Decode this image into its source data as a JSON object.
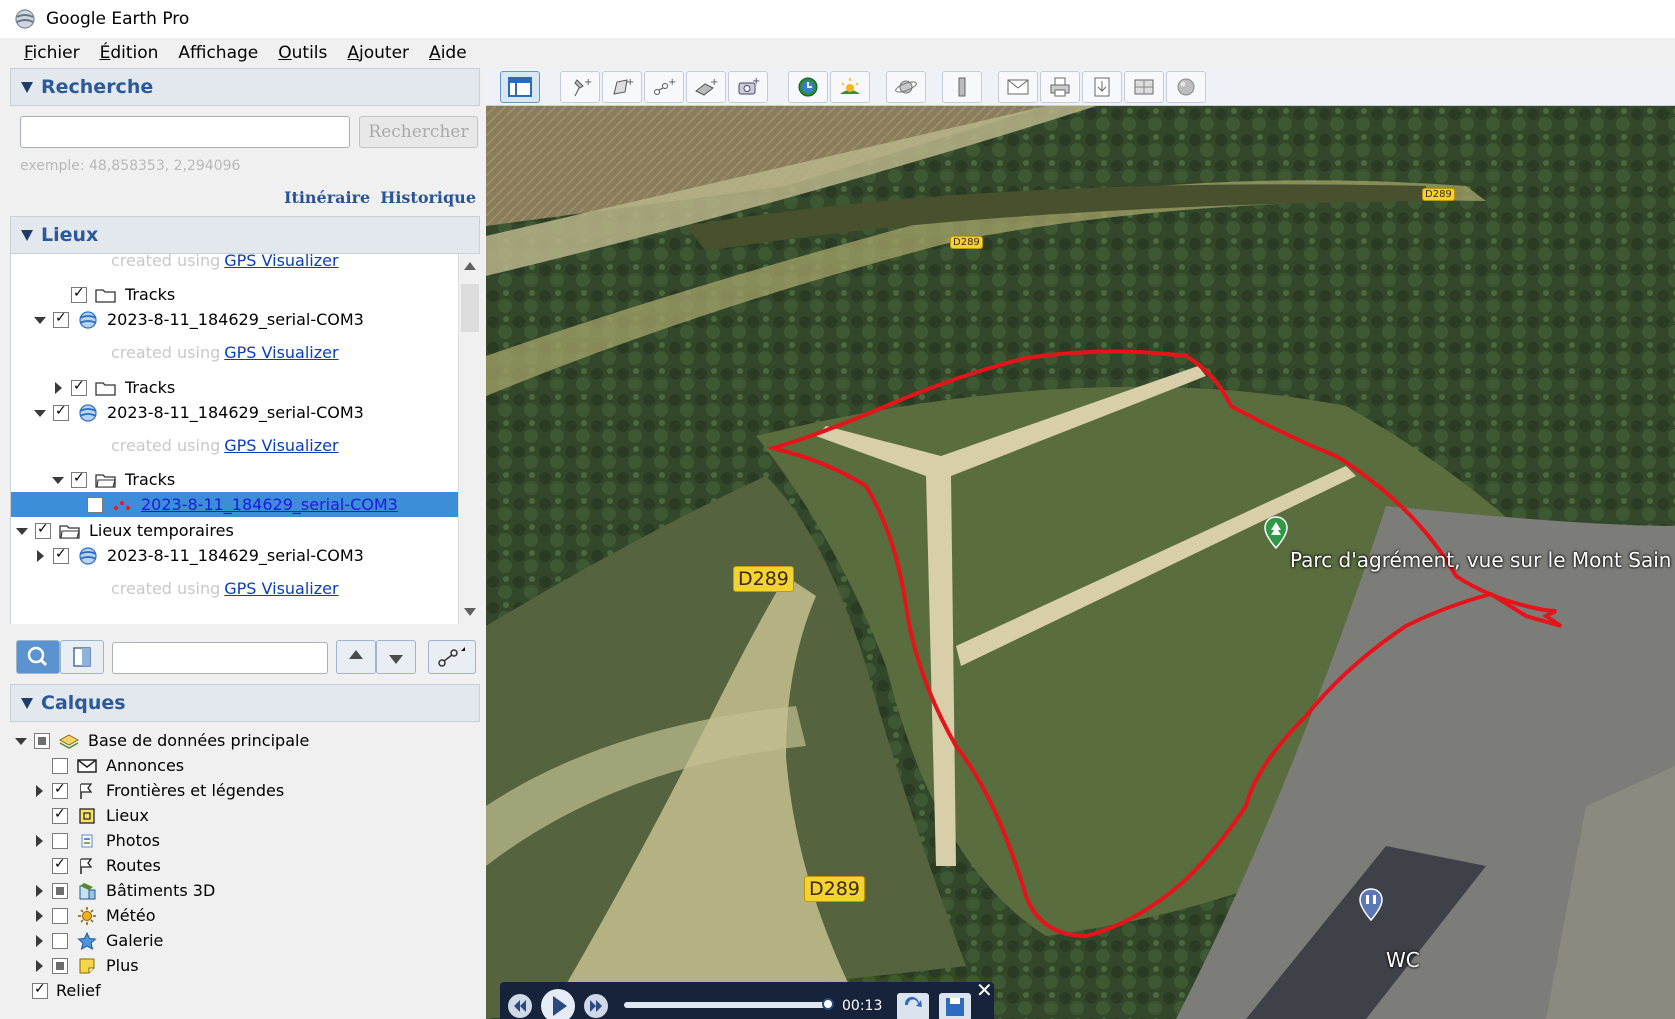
{
  "window": {
    "title": "Google Earth Pro"
  },
  "menu": [
    {
      "label": "Fichier",
      "u": "F",
      "rest": "ichier"
    },
    {
      "label": "Édition",
      "u": "É",
      "rest": "dition"
    },
    {
      "label": "Affichage",
      "u": "",
      "rest": "Affichage"
    },
    {
      "label": "Outils",
      "u": "O",
      "rest": "utils"
    },
    {
      "label": "Ajouter",
      "u": "A",
      "rest": "jouter"
    },
    {
      "label": "Aide",
      "u": "A",
      "rest": "ide"
    }
  ],
  "search": {
    "header": "Recherche",
    "button": "Rechercher",
    "example": "exemple: 48,858353, 2,294096",
    "link_itinerary": "Itinéraire",
    "link_history": "Historique"
  },
  "places": {
    "header": "Lieux",
    "created_using": "created using",
    "gps_link": "GPS Visualizer",
    "tracks": "Tracks",
    "track_name": "2023-8-11_184629_serial-COM3",
    "selected_item": "2023-8-11_184629_serial-COM3",
    "temp_places": "Lieux temporaires"
  },
  "layers": {
    "header": "Calques",
    "items": [
      "Base de données principale",
      "Annonces",
      "Frontières et légendes",
      "Lieux",
      "Photos",
      "Routes",
      "Bâtiments 3D",
      "Météo",
      "Galerie",
      "Plus",
      "Relief"
    ]
  },
  "map": {
    "road_label": "D289",
    "poi_park": "Parc d'agrément, vue sur le Mont Sain",
    "poi_wc": "WC",
    "small_road_label": "D289"
  },
  "player": {
    "time": "00:13"
  },
  "colors": {
    "track": "#e4141a",
    "selection": "#3c8ed8",
    "header_text": "#2a5a9a"
  }
}
